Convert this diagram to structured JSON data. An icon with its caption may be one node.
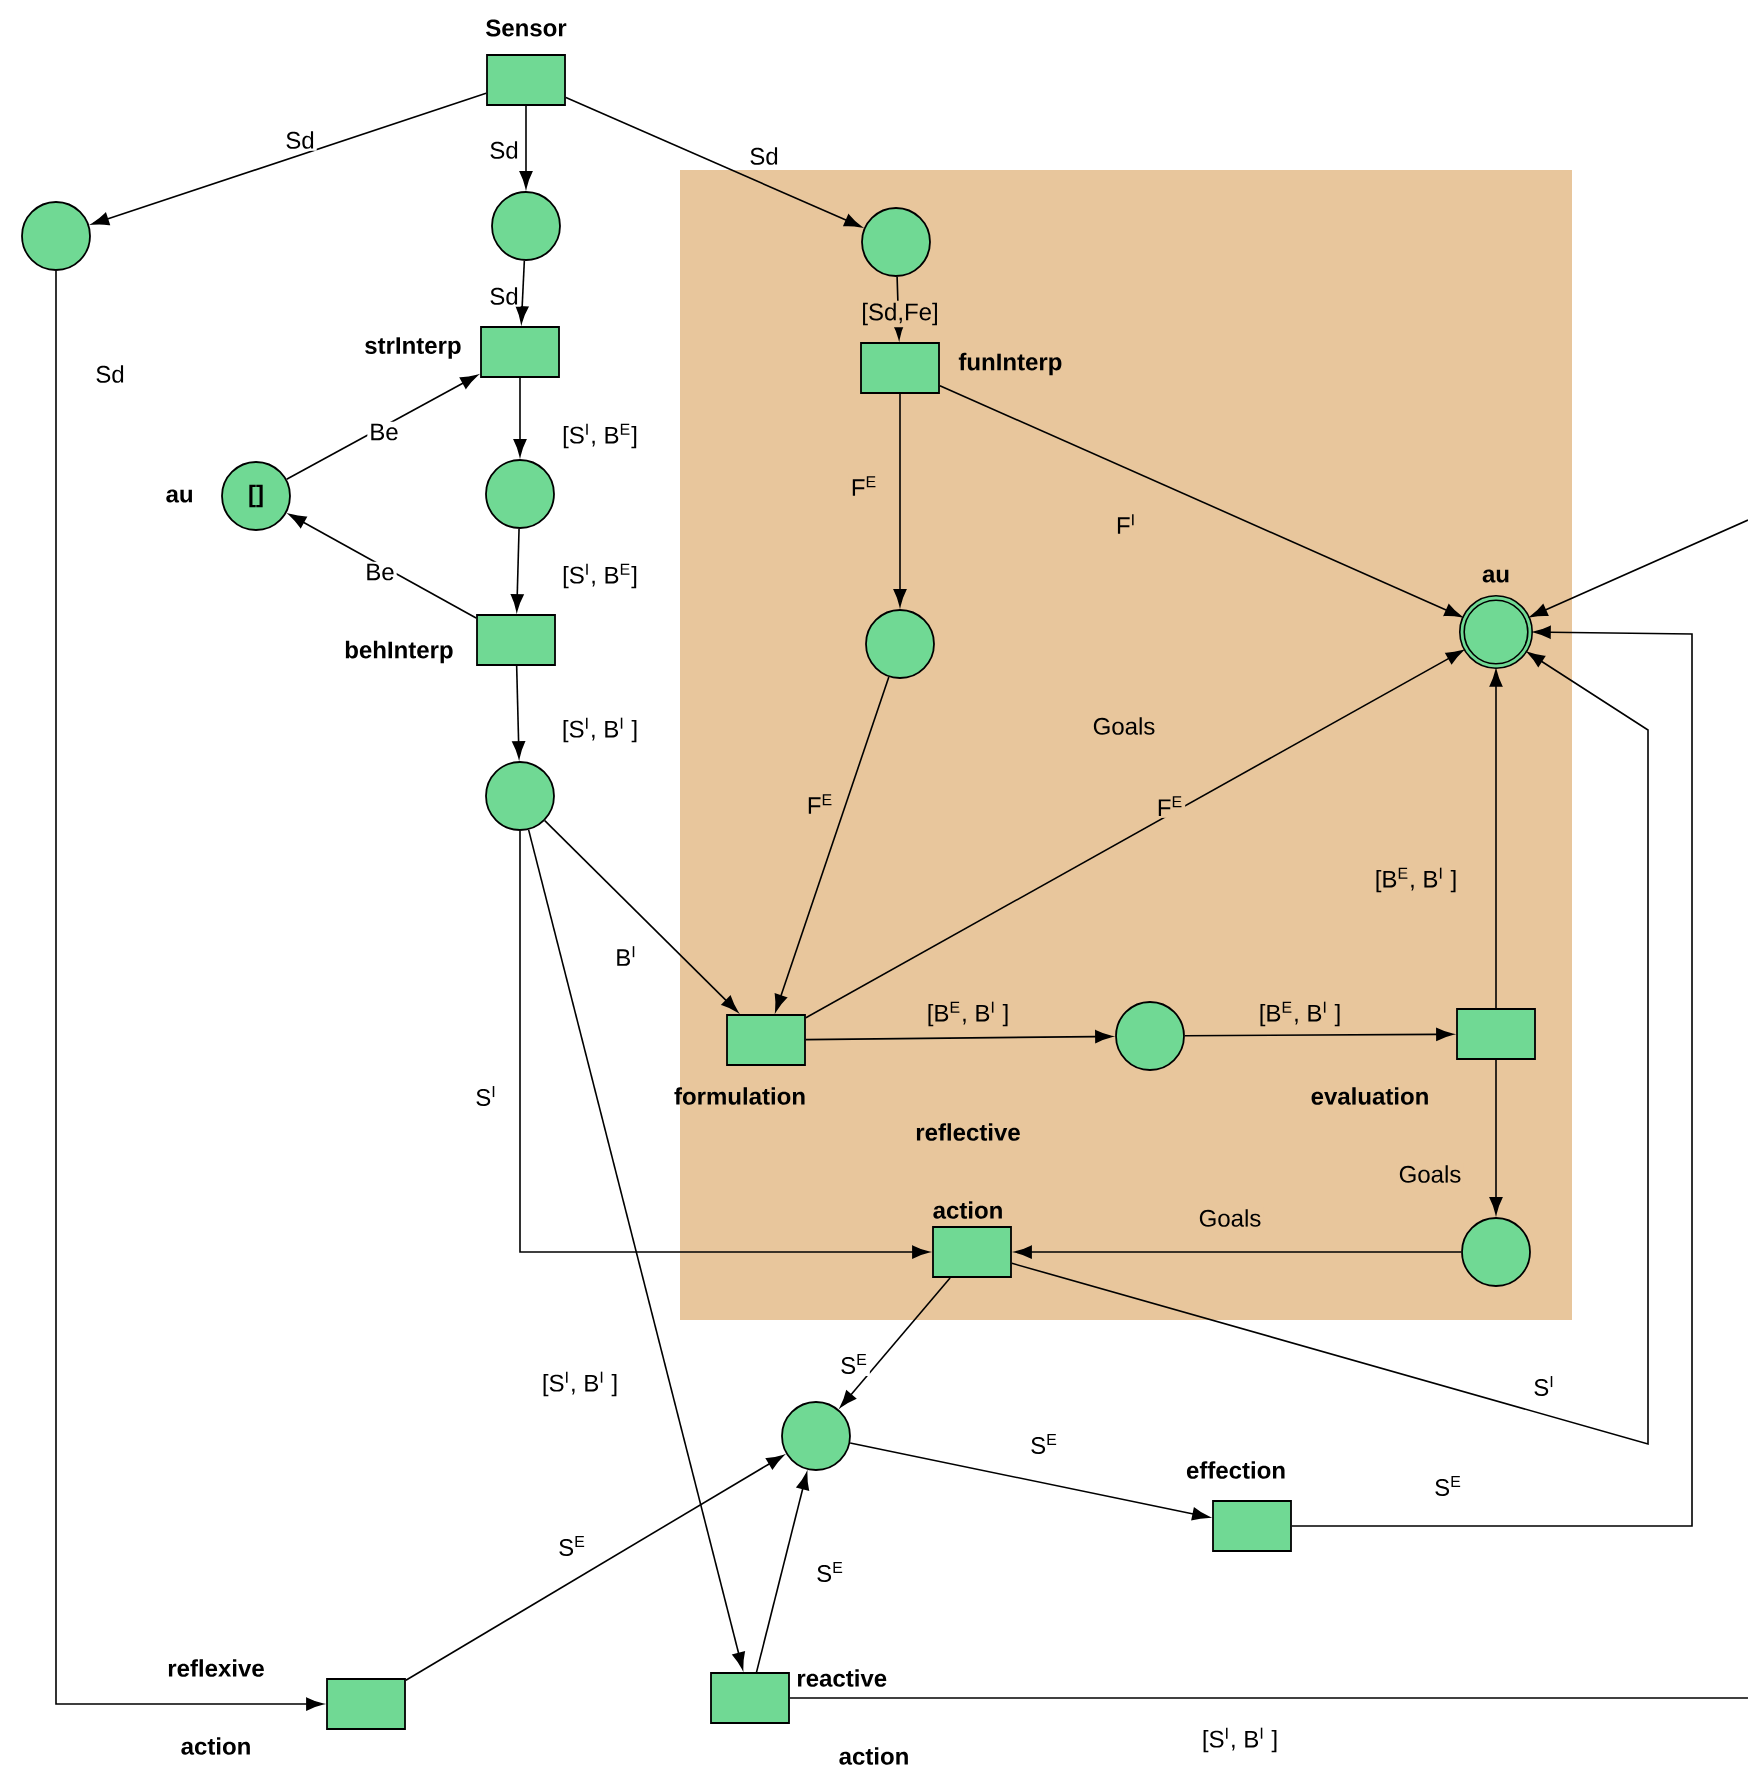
{
  "diagram": {
    "nodes": [
      {
        "text": [
          "Sensor"
        ]
      },
      {
        "text": [],
        "shape": "circle"
      },
      {
        "text": [],
        "shape": "circle"
      },
      {
        "text": [],
        "shape": "box"
      },
      {
        "text": [],
        "shape": "circle",
        "in": 3
      },
      {
        "text": [
          "strInterp"
        ]
      },
      {
        "text": [
          "funInterp"
        ],
        "in": 3
      },
      {
        "text": [
          "au",
          "[]"
        ]
      },
      {
        "text": [],
        "shape": "circle"
      },
      {
        "text": [
          "au"
        ],
        "in": 3
      },
      {
        "text": [],
        "shape": "circle",
        "in": 3
      },
      {
        "text": [
          "behInterp"
        ]
      },
      {
        "text": [],
        "shape": "circle"
      },
      {
        "text": [
          "formulation"
        ],
        "in": 3
      },
      {
        "text": [],
        "shape": "circle",
        "in": 3
      },
      {
        "text": [
          "evaluation"
        ],
        "in": 3
      },
      {
        "text": [],
        "shape": "circle",
        "in": 3
      },
      {
        "text": [
          "reflective",
          "action"
        ],
        "in": 3
      },
      {
        "text": [],
        "shape": "circle"
      },
      {
        "text": [
          "effection"
        ]
      },
      {
        "text": [
          "reflexive",
          "action"
        ]
      },
      {
        "text": [
          "reactive",
          "action"
        ]
      }
    ],
    "edges": [
      {
        "from": 0,
        "to": 1,
        "arrow": "to",
        "label": "Sd"
      },
      {
        "from": 0,
        "to": 2,
        "arrow": "to",
        "label": "Sd"
      },
      {
        "from": 0,
        "to": 4,
        "arrow": "to",
        "label": "Sd"
      },
      {
        "from": 2,
        "to": 5,
        "arrow": "to",
        "label": "Sd"
      },
      {
        "from": 4,
        "to": 6,
        "arrow": "to",
        "label": "[Sd,Fe]"
      },
      {
        "from": 7,
        "to": 5,
        "arrow": "to",
        "label": "Be"
      },
      {
        "from": 5,
        "to": 8,
        "arrow": "to",
        "label": "[S$^{I}$, B$^{E}$]"
      },
      {
        "from": 11,
        "to": 7,
        "arrow": "to",
        "label": "Be"
      },
      {
        "from": 8,
        "to": 11,
        "arrow": "to",
        "label": "[S$^{I}$, B$^{E}$]"
      },
      {
        "from": 11,
        "to": 12,
        "arrow": "to",
        "label": "[S$^{I}$, B$^{I}$ ]"
      },
      {
        "from": 6,
        "to": 10,
        "arrow": "to",
        "label": "F$^{E}$"
      },
      {
        "from": 6,
        "to": 9,
        "arrow": "to",
        "label": "F$^{I}$"
      },
      {
        "from": 10,
        "to": 13,
        "arrow": "to",
        "label": "F$^{E}$"
      },
      {
        "from": 13,
        "to": 9,
        "arrow": "to",
        "label": "F$^{E}$"
      },
      {
        "from": 12,
        "to": 13,
        "arrow": "to",
        "label": "B$^{I}$"
      },
      {
        "from": 12,
        "to": 17,
        "arrow": "to",
        "label": "S$^{I}$"
      },
      {
        "from": 12,
        "to": 21,
        "arrow": "to",
        "label": "[S$^{I}$, B$^{I}$ ]"
      },
      {
        "from": 13,
        "to": 14,
        "arrow": "to",
        "label": "[B$^{E}$, B$^{I}$ ]"
      },
      {
        "from": 14,
        "to": 15,
        "arrow": "to",
        "label": "[B$^{E}$, B$^{I}$ ]"
      },
      {
        "from": 15,
        "to": 9,
        "arrow": "to",
        "label": "[B$^{E}$, B$^{I}$ ]"
      },
      {
        "from": 15,
        "to": 16,
        "arrow": "to",
        "label": "Goals"
      },
      {
        "from": 16,
        "to": 17,
        "arrow": "to",
        "label": "Goals"
      },
      {
        "from": 17,
        "to": 18,
        "arrow": "to",
        "label": "S$^{E}$"
      },
      {
        "from": 17,
        "to": 9,
        "arrow": "to",
        "label": "S$^{I}$"
      },
      {
        "from": 18,
        "to": 19,
        "arrow": "to",
        "label": "S$^{E}$"
      },
      {
        "from": 19,
        "to": 9,
        "arrow": "to",
        "label": "S$^{E}$"
      },
      {
        "from": 20,
        "to": 18,
        "arrow": "to",
        "label": "S$^{E}$"
      },
      {
        "from": 21,
        "to": 18,
        "arrow": "to",
        "label": "S$^{E}$"
      },
      {
        "from": 1,
        "to": 20,
        "arrow": "to",
        "label": "Sd"
      },
      {
        "from": 21,
        "to": null,
        "arrow": "none",
        "label": "[S$^{I}$, B$^{I}$ ]"
      },
      {
        "from": null,
        "to": 9,
        "arrow": "to"
      }
    ],
    "labels": [
      "Goals"
    ]
  }
}
